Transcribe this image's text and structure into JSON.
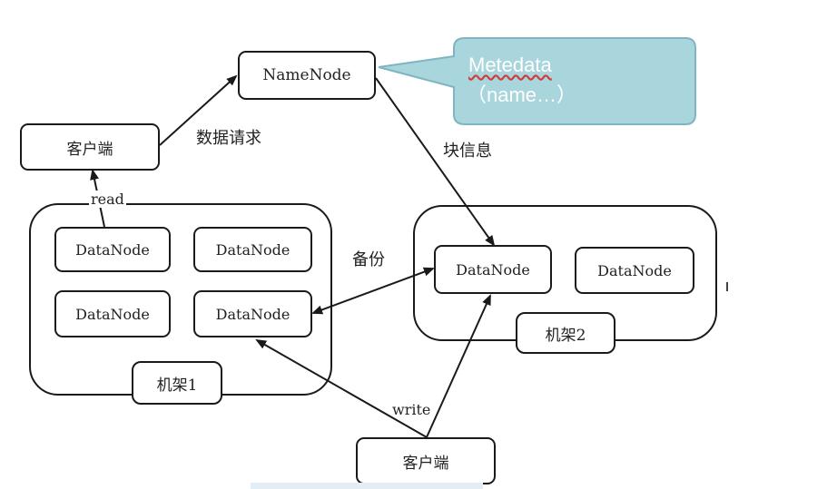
{
  "colors": {
    "stroke": "#1a1a1a",
    "callout_fill": "#a9d5dd",
    "callout_stroke": "#7fb5c0",
    "callout_text": "#ffffff",
    "squiggle": "#d23b3b"
  },
  "namenode": {
    "label": "NameNode"
  },
  "client_top": {
    "label": "客户端"
  },
  "client_bottom": {
    "label": "客户端"
  },
  "callout": {
    "line1": "Metedata",
    "line2": "（name…）"
  },
  "edge_labels": {
    "data_request": "数据请求",
    "block_info": "块信息",
    "read": "read",
    "backup": "备份",
    "write": "write"
  },
  "rack1": {
    "label": "机架1",
    "nodes": [
      "DataNode",
      "DataNode",
      "DataNode",
      "DataNode"
    ]
  },
  "rack2": {
    "label": "机架2",
    "nodes": [
      "DataNode",
      "DataNode"
    ]
  }
}
